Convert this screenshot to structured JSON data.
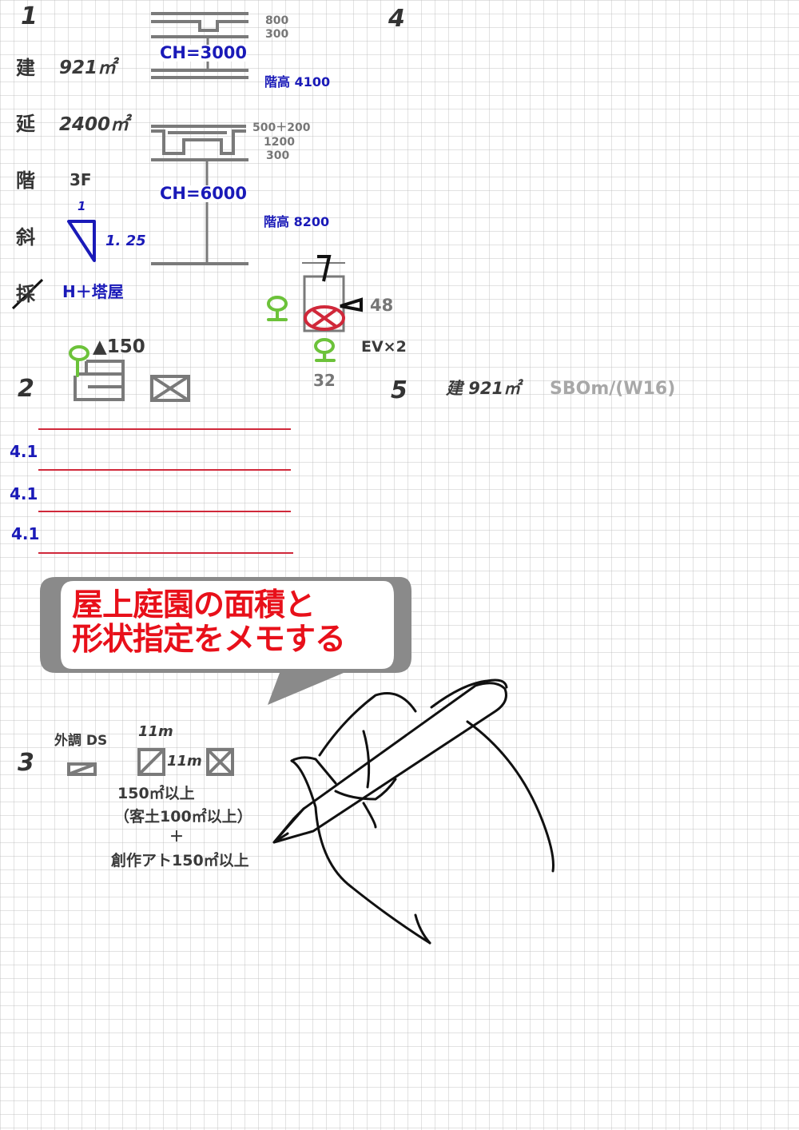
{
  "section_numbers": [
    "1",
    "2",
    "3",
    "4",
    "5"
  ],
  "section1": {
    "rows": [
      {
        "label": "建",
        "value": "921㎡"
      },
      {
        "label": "延",
        "value": "2400㎡"
      },
      {
        "label": "階",
        "value": "3F"
      },
      {
        "label": "斜",
        "value": "1. 25",
        "top": "1"
      },
      {
        "label": "採",
        "value": "H＋塔屋"
      }
    ],
    "upper_section": {
      "dims": [
        "800",
        "300"
      ],
      "ch": "CH=3000",
      "floor_height": "階高 4100"
    },
    "lower_section": {
      "dims": [
        "500＋200",
        "1200",
        "300"
      ],
      "ch": "CH=6000",
      "floor_height": "階高 8200"
    }
  },
  "section2": {
    "level": "▲150",
    "lines_labels": [
      "4.1",
      "4.1",
      "4.1"
    ]
  },
  "section4": {
    "num_48": "48",
    "num_32": "32",
    "ev": "EV×2"
  },
  "section5": {
    "area": "建 921㎡",
    "note": "SBOm/(W16)"
  },
  "section3": {
    "ds_label": "外調 DS",
    "dim_top": "11m",
    "dim_side": "11m",
    "area1": "150㎡以上",
    "area2": "（客土100㎡以上）",
    "plus": "＋",
    "area3": "創作アト150㎡以上"
  },
  "bubble": {
    "line1": "屋上庭園の面積と",
    "line2": "形状指定をメモする"
  },
  "colors": {
    "blue": "#1a1ab8",
    "red": "#e8101a",
    "green": "#6cc23a",
    "gray": "#7a7a7a"
  }
}
